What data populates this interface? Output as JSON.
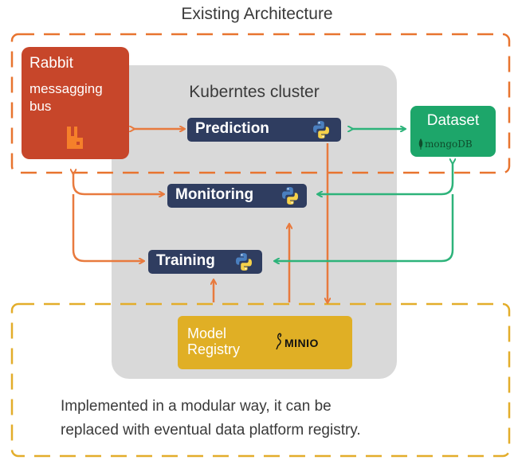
{
  "title": "Existing Architecture",
  "cluster": {
    "label": "Kuberntes cluster"
  },
  "rabbit": {
    "title": "Rabbit",
    "subtitle_line1": "messagging",
    "subtitle_line2": "bus",
    "icon": "rabbitmq-logo-icon"
  },
  "dataset": {
    "title": "Dataset",
    "db_label": "mongoDB",
    "icon": "mongodb-leaf-icon"
  },
  "services": {
    "prediction": {
      "label": "Prediction",
      "icon": "python-icon"
    },
    "monitoring": {
      "label": "Monitoring",
      "icon": "python-icon"
    },
    "training": {
      "label": "Training",
      "icon": "python-icon"
    }
  },
  "registry": {
    "line1": "Model",
    "line2": "Registry",
    "vendor": "MINIO"
  },
  "note": {
    "line1": "Implemented in a modular way, it can be",
    "line2": "replaced with eventual data platform registry."
  },
  "colors": {
    "orange": "#e87a3e",
    "green": "#2db37a",
    "dash_orange": "#e8742f",
    "dash_yellow": "#e3ad2a",
    "rabbit": "#c7462a",
    "dataset": "#1da66a",
    "service": "#2f3d60",
    "registry": "#e0af25",
    "cluster": "#d9d9d9"
  }
}
